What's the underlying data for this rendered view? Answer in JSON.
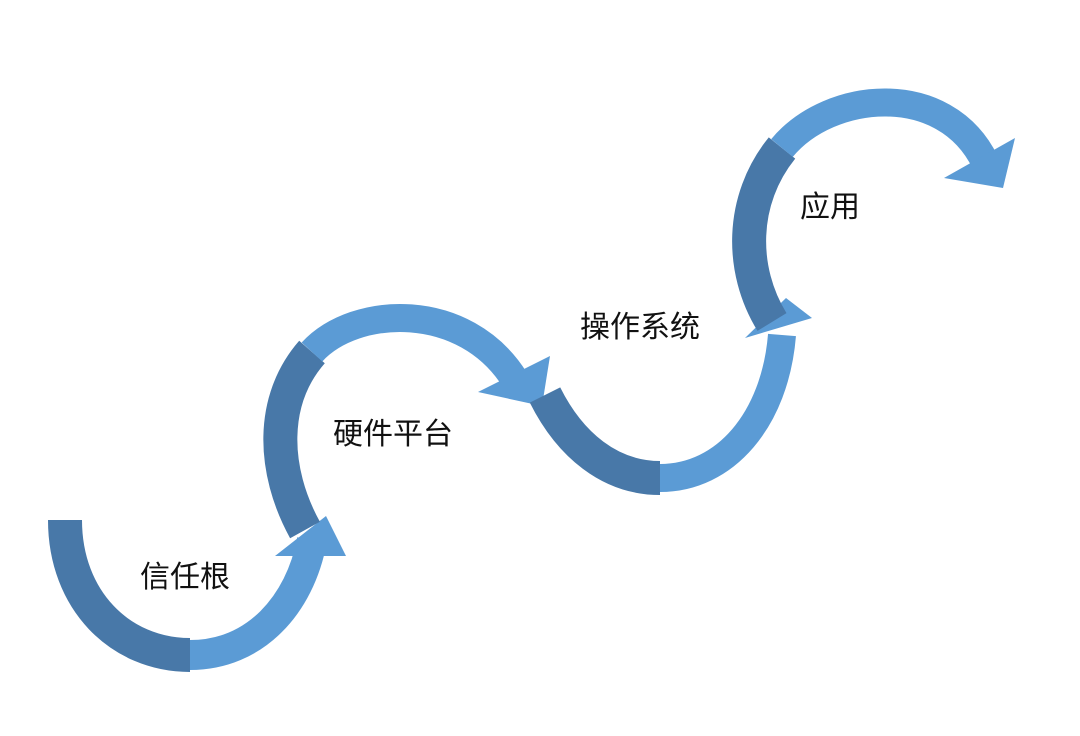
{
  "colors": {
    "dark": "#4878a8",
    "light": "#5b9bd5"
  },
  "steps": [
    {
      "label": "信任根"
    },
    {
      "label": "硬件平台"
    },
    {
      "label": "操作系统"
    },
    {
      "label": "应用"
    }
  ]
}
